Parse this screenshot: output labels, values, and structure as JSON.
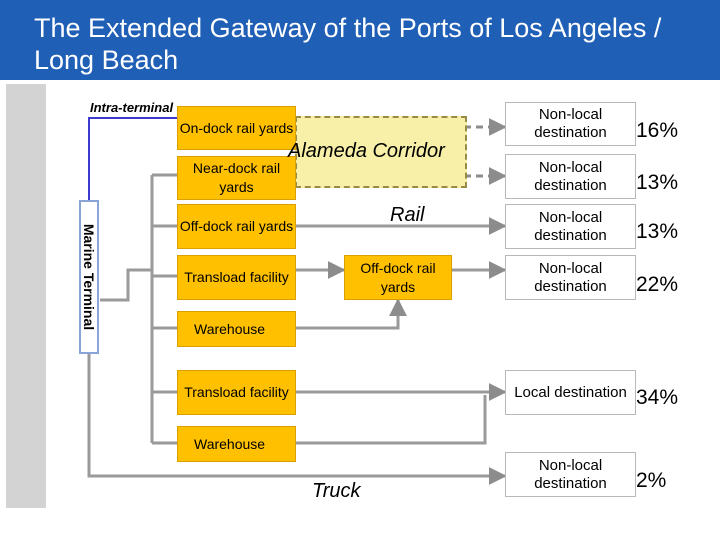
{
  "title": "The Extended Gateway of the Ports of Los Angeles / Long Beach",
  "marine_terminal": "Marine Terminal",
  "intra_terminal": "Intra-terminal",
  "left_boxes": [
    {
      "label": "On-dock rail yards"
    },
    {
      "label": "Near-dock rail yards"
    },
    {
      "label": "Off-dock rail yards"
    },
    {
      "label": "Transload facility"
    },
    {
      "label": "Warehouse"
    },
    {
      "label": "Transload facility"
    },
    {
      "label": "Warehouse"
    }
  ],
  "alameda_corridor": "Alameda Corridor",
  "rail_label": "Rail",
  "middle_box": "Off-dock rail yards",
  "truck_label": "Truck",
  "destinations": [
    {
      "label": "Non-local destination",
      "share": "16%"
    },
    {
      "label": "Non-local destination",
      "share": "13%"
    },
    {
      "label": "Non-local destination",
      "share": "13%"
    },
    {
      "label": "Non-local destination",
      "share": "22%"
    },
    {
      "label": "Local destination",
      "share": "34%"
    },
    {
      "label": "Non-local destination",
      "share": "2%"
    }
  ],
  "colors": {
    "title_bar": "#1f5fb5",
    "facility": "#ffc000",
    "destination": "#c8c8c8",
    "line": "#9a9a9a",
    "marine_border": "#8aa4d8"
  }
}
